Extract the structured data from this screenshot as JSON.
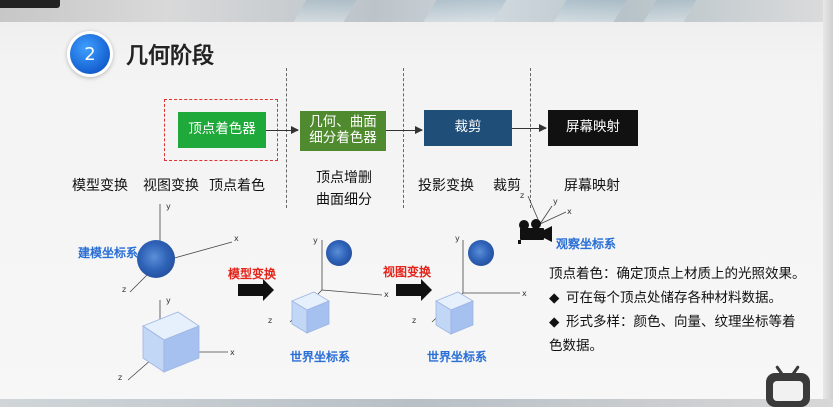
{
  "title": {
    "number": "2",
    "text": "几何阶段"
  },
  "pipeline": {
    "stages": [
      {
        "label": "顶点着色器",
        "color": "#1ea93a"
      },
      {
        "label_line1": "几何、曲面",
        "label_line2": "细分着色器",
        "color": "#4f8a2f"
      },
      {
        "label": "裁剪",
        "color": "#1f4e79"
      },
      {
        "label": "屏幕映射",
        "color": "#111111"
      }
    ],
    "sub_labels": {
      "vertex": [
        "模型变换",
        "视图变换",
        "顶点着色"
      ],
      "geometry": [
        "顶点增删",
        "曲面细分"
      ],
      "clip": [
        "投影变换",
        "裁剪"
      ],
      "screen": [
        "屏幕映射"
      ]
    }
  },
  "diagram": {
    "model_space": "建模坐标系",
    "model_transform": "模型变换",
    "world_space_1": "世界坐标系",
    "view_transform": "视图变换",
    "world_space_2": "世界坐标系",
    "camera_space": "观察坐标系",
    "axes": {
      "x": "x",
      "y": "y",
      "z": "z"
    }
  },
  "description": {
    "main": "顶点着色：确定顶点上材质上的光照效果。",
    "bullets": [
      "可在每个顶点处储存各种材料数据。",
      "形式多样：颜色、向量、纹理坐标等着",
      "色数据。"
    ],
    "bullet_symbol": "◆"
  },
  "icons": {
    "tv": "bilibili-tv-icon",
    "camera": "camera-icon"
  },
  "colors": {
    "accent_blue": "#2a6fd6",
    "accent_red": "#e3251b",
    "vertex_green": "#1ea93a"
  }
}
